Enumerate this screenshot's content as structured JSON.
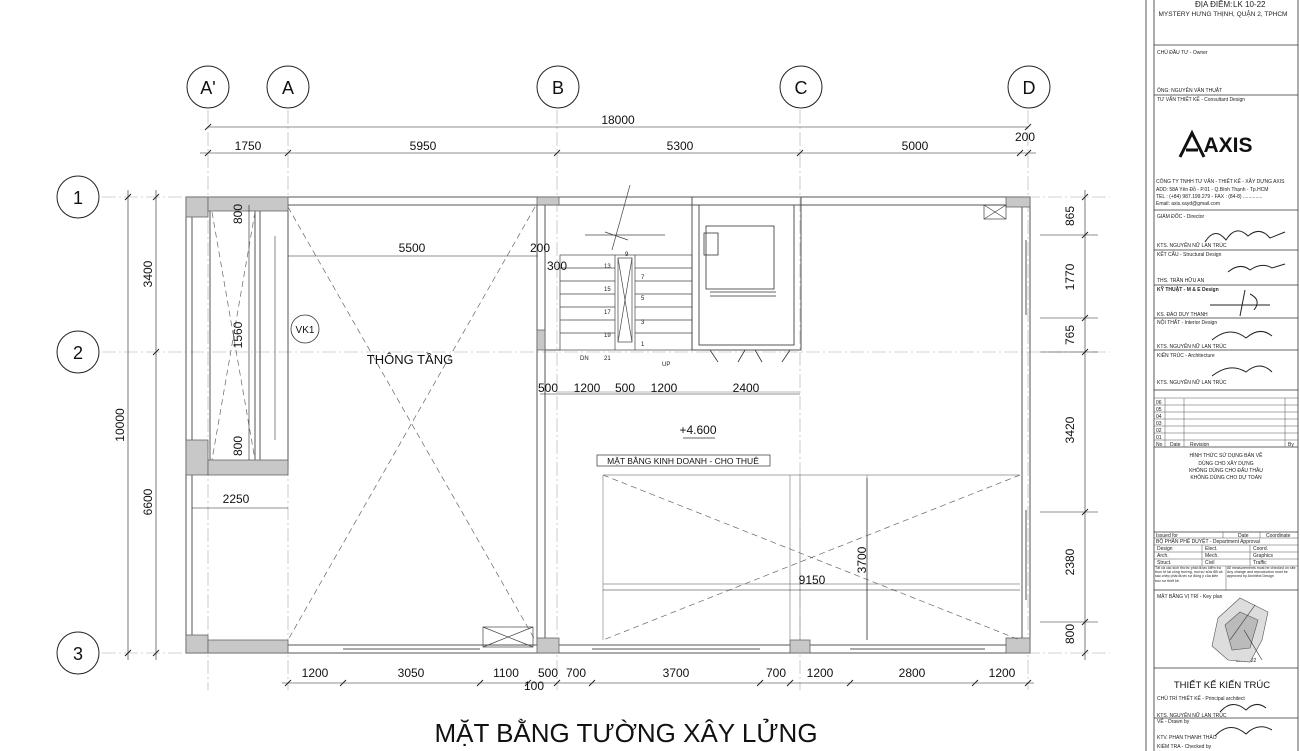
{
  "location": {
    "label": "ĐỊA ĐIỂM:",
    "code": "LK 10-22",
    "address": "MYSTERY HƯNG THỊNH, QUẬN 2, TPHCM"
  },
  "grid": {
    "columns": [
      "A'",
      "A",
      "B",
      "C",
      "D"
    ],
    "rows": [
      "1",
      "2",
      "3"
    ]
  },
  "dims": {
    "top_total": "18000",
    "top_segments": [
      "1750",
      "5950",
      "5300",
      "5000"
    ],
    "top_right": "200",
    "inner_5500": "5500",
    "inner_200": "200",
    "inner_300": "300",
    "stair_row": [
      "500",
      "1200",
      "500",
      "1200"
    ],
    "elev_2400": "2400",
    "left_total": "10000",
    "left_upper": "3400",
    "left_lower": "6600",
    "void_800_top": "800",
    "void_1560": "1560",
    "void_800_bottom": "800",
    "dim_2250": "2250",
    "right_segments": [
      "865",
      "1770",
      "765",
      "3420",
      "2380",
      "800"
    ],
    "shop_9150": "9150",
    "shop_3700": "3700",
    "bottom_segments": [
      "1200",
      "3050",
      "1100",
      "500",
      "700",
      "3700",
      "700",
      "1200",
      "2800",
      "1200"
    ],
    "bottom_100": "100"
  },
  "labels": {
    "vk1": "VK1",
    "void_label": "THÔNG TẦNG",
    "elevation": "+4.600",
    "room_label": "MẶT BẰNG KINH DOANH - CHO THUÊ",
    "dn": "DN",
    "up": "UP",
    "stair_numbers": [
      "9",
      "13",
      "7",
      "15",
      "5",
      "17",
      "3",
      "19",
      "1",
      "21"
    ]
  },
  "drawing_title": "MẶT BẰNG TƯỜNG XÂY LỬNG",
  "title_block": {
    "owner_label": "CHỦ ĐẦU TƯ - Owner",
    "owner_name": "ÔNG: NGUYỄN VĂN THUẬT",
    "consultant_label": "TƯ VẤN THIẾT KẾ - Consultant Design",
    "logo": "AXIS",
    "company": "CÔNG TY TNHH TƯ VẤN - THIẾT KẾ - XÂY DỰNG AXIS",
    "address": "ADD: 58A Yên Đỗ - P.01 - Q.Bình Thạnh - Tp.HCM",
    "tel": "TEL : (+84) 987.199.279 - FAX : (84-8) ..............",
    "email": "Email: axis.xayd@gmail.com",
    "sections": [
      {
        "label": "GIÁM ĐỐC - Director",
        "person": "KTS. NGUYỄN NỮ LAN TRÚC"
      },
      {
        "label": "KẾT CẤU - Structural Design",
        "person": "THS. TRẦN HỮU AN"
      },
      {
        "label": "KỸ THUẬT - M & E Design",
        "person": "KS. ĐÀO DUY THANH"
      },
      {
        "label": "NỘI THẤT - Interior Design",
        "person": "KTS. NGUYỄN NỮ LAN TRÚC"
      },
      {
        "label": "KIẾN TRÚC - Architecture",
        "person": "KTS. NGUYỄN NỮ LAN TRÚC"
      }
    ],
    "revision_headers": [
      "No",
      "Date",
      "Revision",
      "By"
    ],
    "revision_rows": [
      "06",
      "05",
      "04",
      "03",
      "02",
      "01"
    ],
    "status_lines": [
      "HÌNH THỨC SỬ DỤNG BẢN VẼ",
      "DÙNG CHO XÂY DỰNG",
      "KHÔNG DÙNG CHO ĐẤU THẦU",
      "KHÔNG DÙNG CHO DỰ TOÁN"
    ],
    "issued": [
      "Issued for",
      "Date",
      "Coordinate"
    ],
    "approval_label": "BỘ PHẬN PHÊ DUYỆT - Department Approval",
    "approval_cells": [
      "Design",
      "Elect.",
      "Coord.",
      "Arch.",
      "Mech.",
      "Graphics",
      "Struct.",
      "Civil",
      "Traffic"
    ],
    "note_vi": "Tất cả các kích thước phải được kiểm tra thực tế tại công trường, mọi sự sửa đổi và sao chép phải được sự đồng ý của kiến trúc sư thiết kế.",
    "note_en": "All measurements must be checked on site. Any change and reproduction must be approved by Architect Design",
    "keyplan_label": "MẶT BẰNG VỊ TRÍ - Key plan",
    "keyplan_code": "LK 10-22",
    "sheet_label": "THIẾT KẾ KIẾN TRÚC",
    "sheet_sub": "CHỦ TRÌ THIẾT KẾ - Principal architect",
    "chief_person": "KTS. NGUYỄN NỮ LAN TRÚC",
    "drawn_label": "VẼ - Drawn by",
    "drawn_person": "KTV. PHAN THANH THẢO",
    "checked_label": "KIỂM TRA - Checked by"
  }
}
